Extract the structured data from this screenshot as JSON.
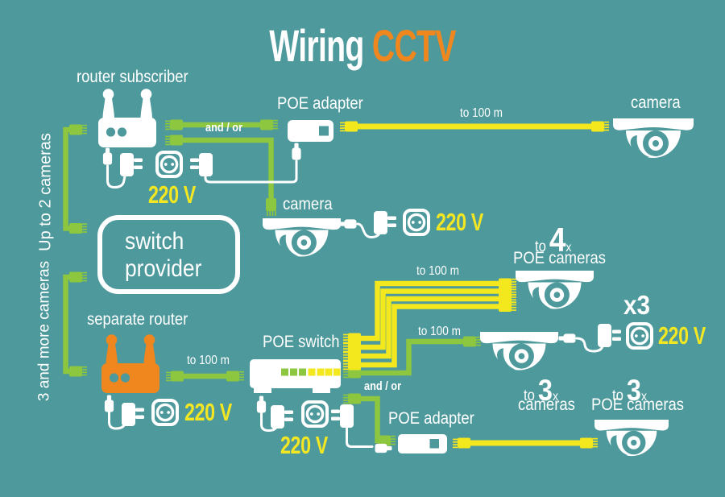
{
  "colors": {
    "background": "#4D999C",
    "green": "#8DC63F",
    "yellow": "#F3E723",
    "orange": "#F0861E",
    "white": "#FFFFFF"
  },
  "title": {
    "word_white": "Wiring",
    "word_orange": "CCTV"
  },
  "common": {
    "cable_length": "to 100 m",
    "and_or": "and / or",
    "voltage": "220 V",
    "camera_label": "camera",
    "poe_adapter_label": "POE adapter",
    "poe_cameras_label": "POE cameras"
  },
  "top_section": {
    "bracket_label": "Up to 2 cameras",
    "router_label": "router subscriber"
  },
  "provider_box": {
    "line1": "switch",
    "line2": "provider"
  },
  "bottom_section": {
    "bracket_label": "3 and more cameras",
    "router_label": "separate router",
    "poe_switch_label": "POE switch",
    "cameras_label": "cameras",
    "multiplier": "x3",
    "to": "to",
    "count4": "4",
    "count3": "3",
    "x_suffix": "x"
  }
}
